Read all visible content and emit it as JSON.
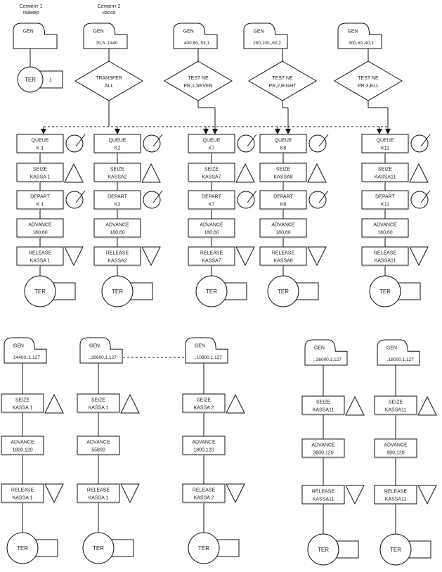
{
  "diagram": {
    "top_captions": {
      "left_line1": "Сегмент 1",
      "left_line2": "таймер",
      "center_line1": "Сегмент 2",
      "center_line2": "касса"
    },
    "top_generators": [
      {
        "label": "GEN",
        "params": ""
      },
      {
        "label": "GEN",
        "params": "30,5,,1440"
      },
      {
        "label": "GEN",
        "params": "400,60,,53,1"
      },
      {
        "label": "GEN",
        "params": "250,100,,60,2"
      },
      {
        "label": "GEN",
        "params": "300,60,,40,1"
      }
    ],
    "timer_ter": {
      "label": "TER",
      "params": "1"
    },
    "decisions": [
      {
        "line1": "TRANSFER",
        "line2": "ALL"
      },
      {
        "line1": "TEST NE",
        "line2": "PR,1,SEVEN"
      },
      {
        "line1": "TEST NE",
        "line2": "PR,2,EIGHT"
      },
      {
        "line1": "TEST NE",
        "line2": "PR,3,ELL"
      }
    ],
    "chains": [
      {
        "queue": [
          "QUEUE",
          "K 1"
        ],
        "seize": [
          "SEIZE",
          "KASSA 1"
        ],
        "depart": [
          "DEPART",
          "K 1"
        ],
        "advance": [
          "ADVANCE",
          "180,60"
        ],
        "release": [
          "RELEASE",
          "KASSA 1"
        ],
        "ter": "TER"
      },
      {
        "queue": [
          "QUEUE",
          "K2"
        ],
        "seize": [
          "SEIZE",
          "KASSA2"
        ],
        "depart": [
          "DEPART",
          "K2"
        ],
        "advance": [
          "ADVANCE",
          "180,60"
        ],
        "release": [
          "RELEASE",
          "KASSA2"
        ],
        "ter": "TER"
      },
      {
        "queue": [
          "QUEUE",
          "K7"
        ],
        "seize": [
          "SEIZE",
          "KASSA7"
        ],
        "depart": [
          "DEPART",
          "K7"
        ],
        "advance": [
          "ADVANCE",
          "180,60"
        ],
        "release": [
          "RELEASE",
          "KASSA7"
        ],
        "ter": "TER"
      },
      {
        "queue": [
          "QUEUE",
          "K8"
        ],
        "seize": [
          "SEIZE",
          "KASSA8"
        ],
        "depart": [
          "DEPART",
          "K8"
        ],
        "advance": [
          "ADVANCE",
          "180,60"
        ],
        "release": [
          "RELEASE",
          "KASSA8"
        ],
        "ter": "TER"
      },
      {
        "queue": [
          "QUEUE",
          "K11"
        ],
        "seize": [
          "SEIZE",
          "KASSA11"
        ],
        "depart": [
          "DEPART",
          "K11"
        ],
        "advance": [
          "ADVANCE",
          "180,60"
        ],
        "release": [
          "RELEASE",
          "KASSA11"
        ],
        "ter": "TER"
      }
    ],
    "lower_chains": [
      {
        "gen": [
          "GEN",
          "14400,,1,127"
        ],
        "seize": [
          "SEIZE",
          "KASSA 1"
        ],
        "advance": [
          "ADVANCE",
          "1800,120"
        ],
        "release": [
          "RELEASE",
          "KASSA 1"
        ],
        "ter": "TER"
      },
      {
        "gen": [
          "GEN",
          ",,30600,1,127"
        ],
        "seize": [
          "SEIZE",
          "KASSA 1"
        ],
        "advance": [
          "ADVANCE",
          "55800"
        ],
        "release": [
          "RELEASE",
          "KASSA 1"
        ],
        "ter": "TER"
      },
      {
        "gen": [
          "GEN",
          ",,10800,1,127"
        ],
        "seize": [
          "SEIZE",
          "KASSA 2"
        ],
        "advance": [
          "ADVANCE",
          "1800,120"
        ],
        "release": [
          "RELEASE",
          "KASSA 2"
        ],
        "ter": "TER"
      },
      {
        "gen": [
          "GEN",
          ",,36000,1,127"
        ],
        "seize": [
          "SEIZE",
          "KASSA11"
        ],
        "advance": [
          "ADVANCE",
          "3600,120"
        ],
        "release": [
          "RELEASE",
          "KASSA11"
        ],
        "ter": "TER"
      },
      {
        "gen": [
          "GEN",
          ",,18000,1,127"
        ],
        "seize": [
          "SEIZE",
          "KASSA11"
        ],
        "advance": [
          "ADVANCE",
          "900,120"
        ],
        "release": [
          "RELEASE",
          "KASSA11"
        ],
        "ter": "TER"
      }
    ]
  }
}
